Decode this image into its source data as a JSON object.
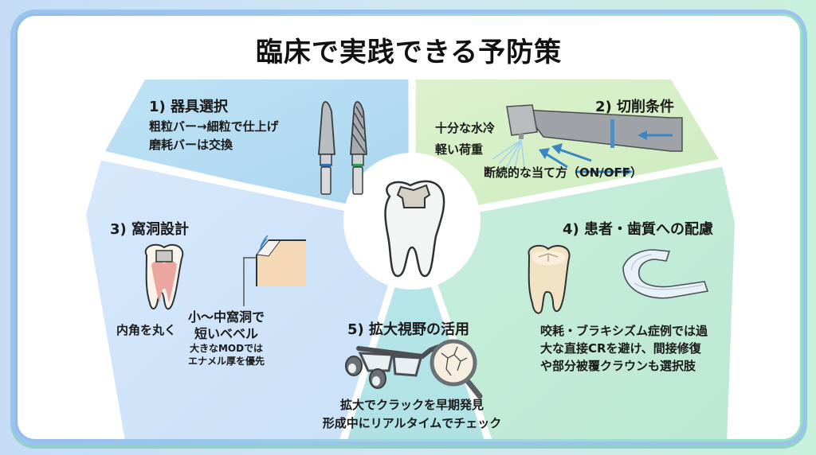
{
  "title": "臨床で実践できる予防策",
  "center": {
    "icon": "tooth-with-inlay-icon"
  },
  "sections": [
    {
      "id": 1,
      "heading": "1) 器具選択",
      "lines": [
        "粗粒バー→細粒で仕上げ",
        "磨耗バーは交換"
      ],
      "icons": [
        "diamond-bur-icon",
        "carbide-bur-icon"
      ],
      "color": "#b4dcf2"
    },
    {
      "id": 2,
      "heading": "2) 切削条件",
      "lines": [
        "十分な水冷",
        "軽い荷重"
      ],
      "caption": "断続的な当て方（ON/OFF）",
      "icons": [
        "handpiece-icon",
        "water-spray-icon",
        "arrow-icons"
      ],
      "color": "#d5efc6"
    },
    {
      "id": 3,
      "heading": "3) 窩洞設計",
      "left_caption": "内角を丸く",
      "right_caption_lines": [
        "小〜中窩洞で",
        "短いベベル"
      ],
      "note_lines": [
        "大きなMODでは",
        "エナメル厚を優先"
      ],
      "icons": [
        "tooth-cross-section-icon",
        "bevel-diagram-icon"
      ],
      "color": "#d4e7fa"
    },
    {
      "id": 4,
      "heading": "4) 患者・歯質への配慮",
      "lines": [
        "咬耗・ブラキシズム症例では過",
        "大な直接CRを避け、間接修復",
        "や部分被覆クラウンも選択肢"
      ],
      "icons": [
        "worn-tooth-icon",
        "mouthguard-icon"
      ],
      "color": "#c4ecd9"
    },
    {
      "id": 5,
      "heading": "5) 拡大視野の活用",
      "lines": [
        "拡大でクラックを早期発見",
        "形成中にリアルタイムでチェック"
      ],
      "icons": [
        "loupe-glasses-icon",
        "magnifier-crack-icon"
      ],
      "color": "#b5e6ea"
    }
  ]
}
